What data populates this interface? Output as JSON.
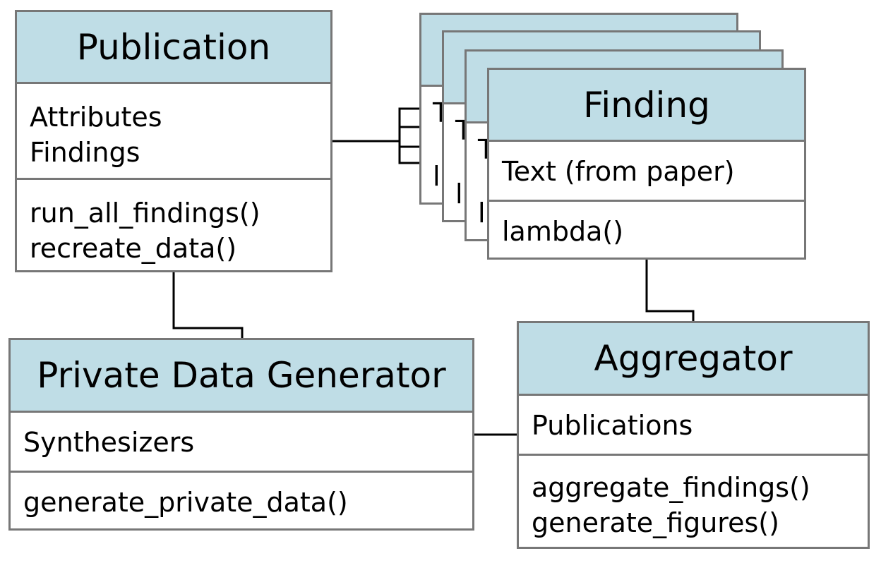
{
  "classes": {
    "publication": {
      "name": "Publication",
      "attributes": [
        "Attributes",
        "Findings"
      ],
      "methods": [
        "run_all_findings()",
        "recreate_data()"
      ]
    },
    "finding": {
      "name": "Finding",
      "attributes": [
        "Text (from paper)"
      ],
      "methods": [
        "lambda()"
      ],
      "stack_fragments": [
        "T",
        "T",
        "T",
        "l",
        "l",
        "l"
      ]
    },
    "private_data_generator": {
      "name": "Private Data Generator",
      "attributes": [
        "Synthesizers"
      ],
      "methods": [
        "generate_private_data()"
      ]
    },
    "aggregator": {
      "name": "Aggregator",
      "attributes": [
        "Publications"
      ],
      "methods": [
        "aggregate_findings()",
        "generate_figures()"
      ]
    }
  },
  "colors": {
    "header_fill": "#bfdde6",
    "border": "#777777",
    "connector": "#000000"
  }
}
